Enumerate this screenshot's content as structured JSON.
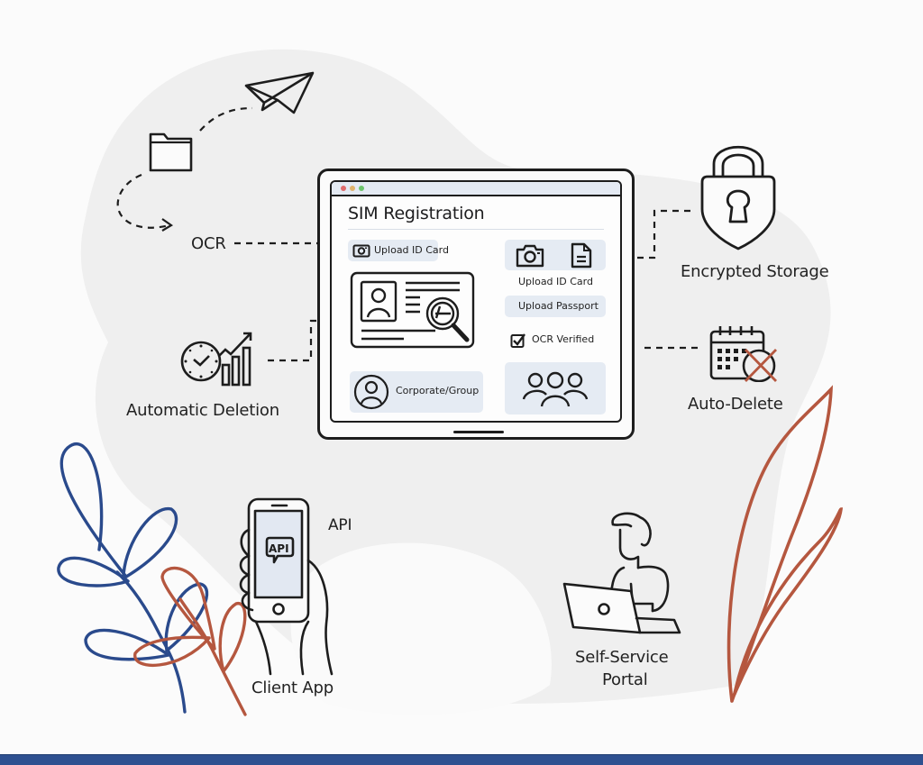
{
  "diagram": {
    "title": "SIM Registration",
    "center_device": {
      "window_dots": [
        "#e06c6c",
        "#e0b36c",
        "#6cc46c"
      ],
      "screen_title": "SIM Registration",
      "upload_id_chip": "Upload ID Card",
      "upload_id_caption": "Upload ID Card",
      "upload_passport": "Upload Passport",
      "ocr_verified": "OCR Verified",
      "ocr_checked": true,
      "corporate_group": "Corporate/Group"
    },
    "nodes": {
      "ocr": "OCR",
      "automatic_deletion": "Automatic Deletion",
      "encrypted_storage": "Encrypted Storage",
      "auto_delete": "Auto-Delete",
      "api": "API",
      "api_bubble": "API",
      "client_app": "Client App",
      "self_service_line1": "Self-Service",
      "self_service_line2": "Portal"
    },
    "icons": [
      "paper-plane-icon",
      "folder-icon",
      "padlock-icon",
      "calendar-delete-icon",
      "clock-chart-icon",
      "phone-hand-icon",
      "person-laptop-icon",
      "id-card-search-icon",
      "camera-icon",
      "document-icon",
      "user-circle-icon",
      "group-icon",
      "checkbox-icon"
    ],
    "colors": {
      "accent_blue": "#2e5090",
      "leaf_blue": "#2a4a8c",
      "leaf_rust": "#b5573f",
      "chip_bg": "#e5ebf3",
      "ink": "#1d1d1d",
      "blob": "#efefef"
    }
  }
}
